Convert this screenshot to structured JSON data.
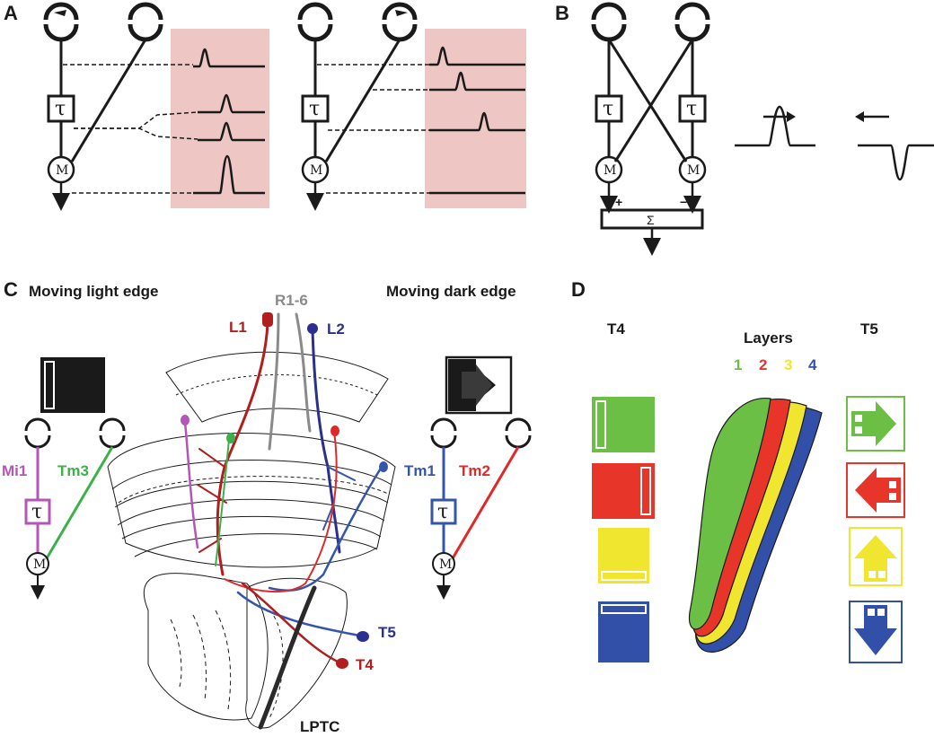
{
  "panels": {
    "a": "A",
    "b": "B",
    "c": "C",
    "d": "D"
  },
  "symbols": {
    "delay": "τ",
    "multiplier": "M",
    "sum": "Σ",
    "plus": "+",
    "minus": "−"
  },
  "panel_c": {
    "left_title": "Moving light edge",
    "right_title": "Moving dark edge",
    "labels": {
      "r16": "R1-6",
      "l1": "L1",
      "l2": "L2",
      "mi1": "Mi1",
      "tm3": "Tm3",
      "tm1": "Tm1",
      "tm2": "Tm2",
      "t5": "T5",
      "t4": "T4",
      "lptc": "LPTC"
    }
  },
  "panel_d": {
    "t4": "T4",
    "t5": "T5",
    "layers_title": "Layers",
    "layer_numbers": [
      "1",
      "2",
      "3",
      "4"
    ]
  },
  "colors": {
    "mi1": "#b456b8",
    "tm3": "#3cb04a",
    "tm1": "#3355aa",
    "tm2": "#e02828",
    "l1": "#b01e1e",
    "l2": "#2b2f8f",
    "r16": "#8a8a8a",
    "layer1": "#6cbf45",
    "layer2": "#e8352a",
    "layer3": "#f0e630",
    "layer4": "#3350a8",
    "shade": "#eec6c3"
  }
}
